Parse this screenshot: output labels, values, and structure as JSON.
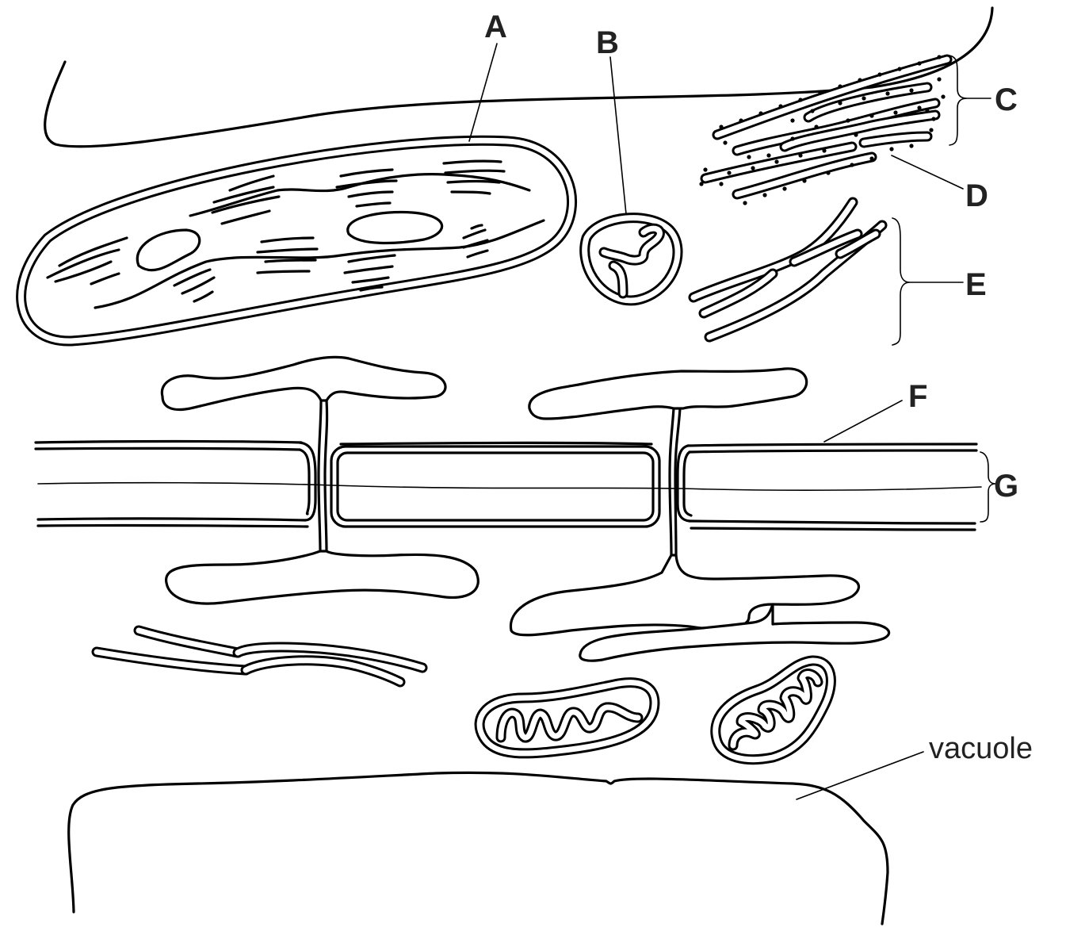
{
  "labels": {
    "A": "A",
    "B": "B",
    "C": "C",
    "D": "D",
    "E": "E",
    "F": "F",
    "G": "G",
    "vacuole": "vacuole"
  },
  "colors": {
    "stroke": "#000000",
    "text": "#222222",
    "background": "#ffffff"
  }
}
